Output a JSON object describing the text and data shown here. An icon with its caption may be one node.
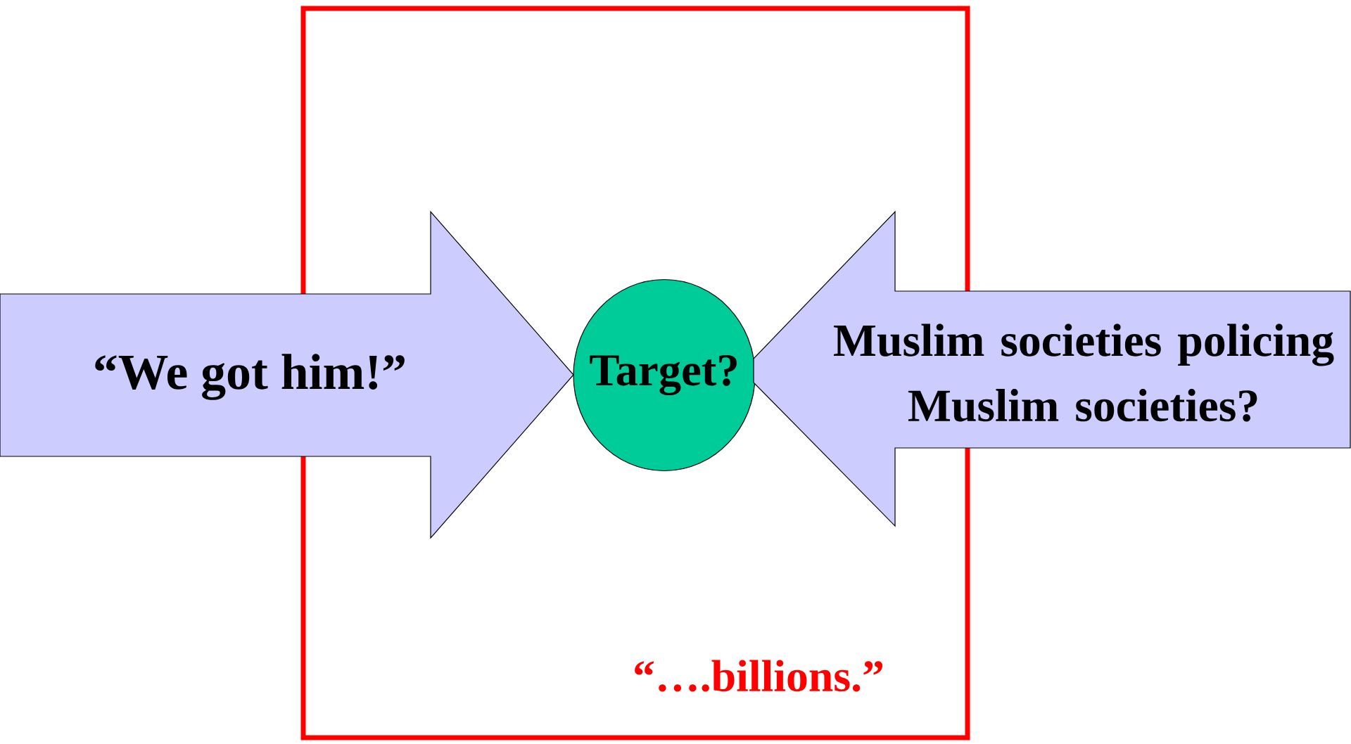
{
  "diagram": {
    "nodes": [
      {
        "text": [
          "“….billions.”"
        ]
      },
      {
        "text": [
          "“We got him!”"
        ]
      },
      {
        "text": [
          "Target?"
        ],
        "in": 0
      },
      {
        "text": [
          "Muslim societies policing Muslim societies?"
        ]
      }
    ]
  }
}
